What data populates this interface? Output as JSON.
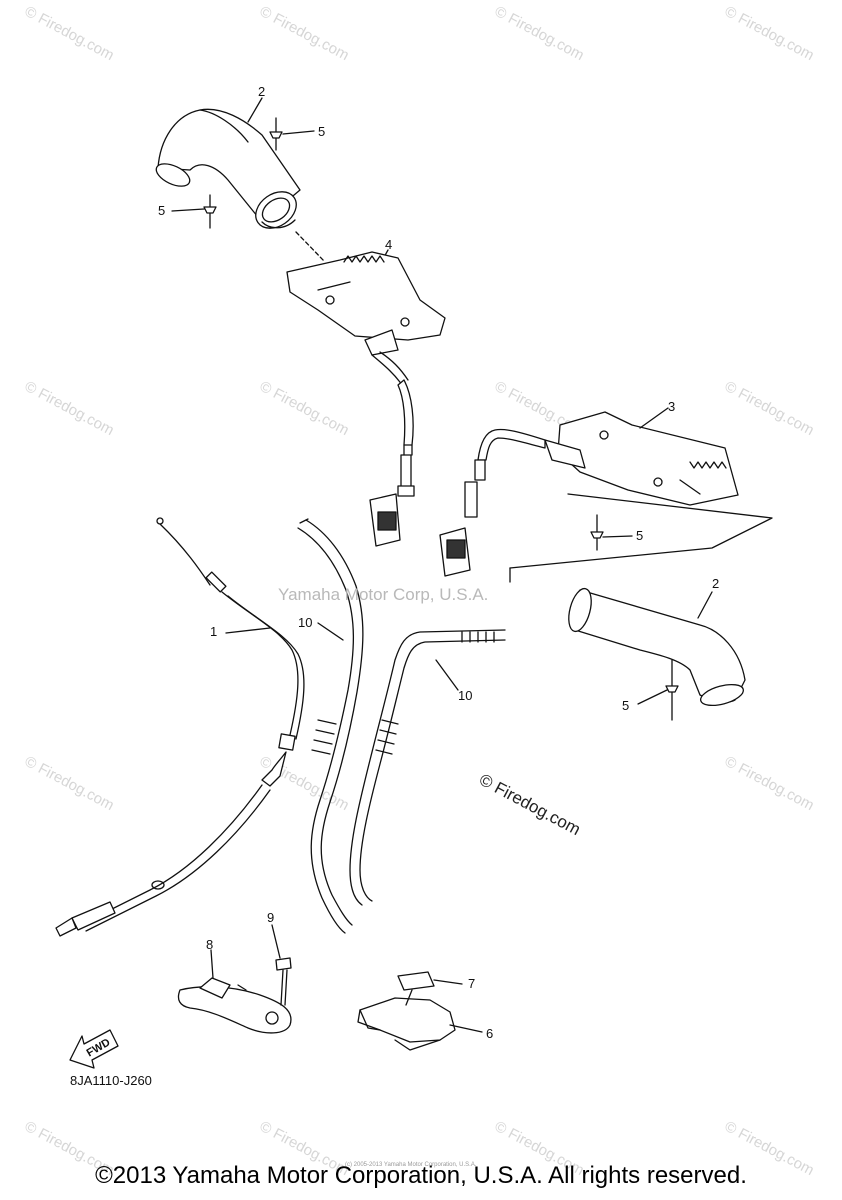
{
  "watermark": "© Firedog.com",
  "center_watermark": "Yamaha Motor Corp, U.S.A.",
  "mid_watermark": "© Firedog.com",
  "part_code": "8JA1110-J260",
  "fwd_label": "FWD",
  "copyright": "©2013 Yamaha Motor Corporation, U.S.A. All rights reserved.",
  "tiny_copyright": "(c) 2005-2013 Yamaha Motor Corporation, U.S.A.",
  "callouts": {
    "c1": "1",
    "c2a": "2",
    "c2b": "2",
    "c3": "3",
    "c4": "4",
    "c5a": "5",
    "c5b": "5",
    "c5c": "5",
    "c5d": "5",
    "c6": "6",
    "c7": "7",
    "c8": "8",
    "c9": "9",
    "c10a": "10",
    "c10b": "10"
  }
}
